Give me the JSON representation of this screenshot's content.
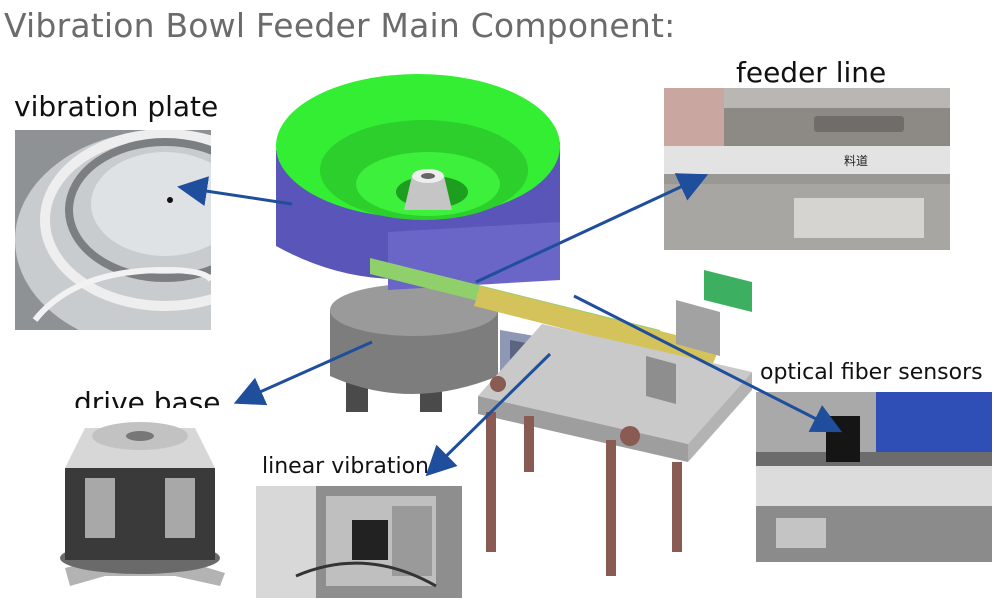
{
  "title": "Vibration Bowl Feeder Main Component:",
  "labels": {
    "vibration_plate": "vibration plate",
    "feeder_line": "feeder line",
    "drive_base": "drive base",
    "linear_vibration": "linear vibration",
    "optical_fiber_sensors": "optical fiber sensors"
  },
  "photo_text": {
    "feeder_line_marking": "料道"
  },
  "colors": {
    "bowl_green": "#33ee33",
    "bowl_blue": "#5a55b8",
    "arrow_blue": "#1f4e9c",
    "title_gray": "#6b6b6b"
  }
}
